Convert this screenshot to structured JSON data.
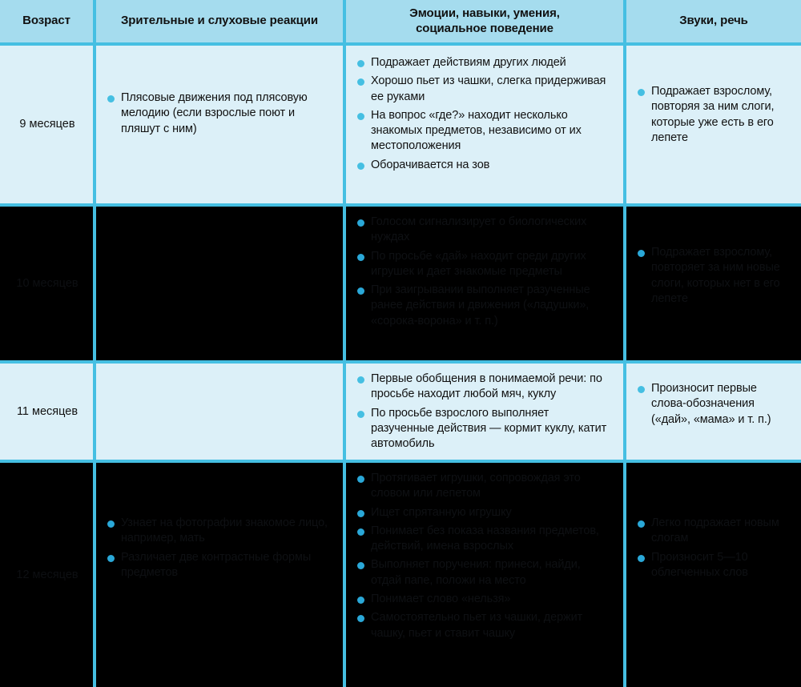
{
  "table": {
    "headers": [
      "Возраст",
      "Зрительные и слуховые реакции",
      "Эмоции, навыки, умения,\nсоциальное поведение",
      "Звуки, речь"
    ],
    "colors": {
      "border": "#45bfe2",
      "header_fill": "#a5dcee",
      "row_light_fill": "#dcf0f8",
      "row_dark_fill": "#000000",
      "bullet_light": "#45bfe2",
      "bullet_dark": "#2aa8d8",
      "text_light": "#111111",
      "text_dark": "#0e1013"
    },
    "rows": [
      {
        "style": "light",
        "age": "9 месяцев",
        "visual_auditory": [
          "Плясовые движения под плясовую мелодию (если взрослые поют и пляшут с ним)"
        ],
        "emotions_skills": [
          " Подражает действиям других людей",
          "Хорошо пьет из чашки, слегка придерживая ее руками",
          "На вопрос «где?» находит несколько знакомых предметов, независимо от их местоположения",
          "Оборачивается на зов"
        ],
        "sounds_speech": [
          "Подражает взрослому, повторяя за ним слоги, которые уже есть в его лепете"
        ]
      },
      {
        "style": "dark",
        "age": "10 месяцев",
        "visual_auditory": [],
        "emotions_skills": [
          "Голосом сигнализирует о биологических нуждах",
          "По просьбе «дай» находит среди других игрушек и дает знакомые предметы",
          "При заигрывании выполняет разученные ранее действия и движения («ладушки», «сорока-ворона» и т. п.)"
        ],
        "sounds_speech": [
          "Подражает взрослому, повторяет за ним новые слоги, которых нет в его лепете"
        ]
      },
      {
        "style": "light",
        "age": "11 месяцев",
        "visual_auditory": [],
        "emotions_skills": [
          "Первые обобщения в понимаемой речи: по просьбе находит любой мяч, куклу",
          "По просьбе взрослого выполняет разученные действия — кормит куклу, катит автомобиль"
        ],
        "sounds_speech": [
          "Произносит первые слова-обозначения («дай», «мама» и т. п.)"
        ]
      },
      {
        "style": "dark",
        "age": "12 месяцев",
        "visual_auditory": [
          "Узнает на фотографии знакомое лицо, например, мать",
          "Различает две контрастные формы предметов"
        ],
        "emotions_skills": [
          "Протягивает игрушки, сопровождая это словом или лепетом",
          " Ищет спрятанную игрушку",
          "Понимает без показа названия предметов, действий, имена взрослых",
          "Выполняет поручения: принеси, найди, отдай папе, положи на место",
          "Понимает слово «нельзя»",
          "Самостоятельно пьет из чашки, держит чашку, пьет и ставит чашку"
        ],
        "sounds_speech": [
          "Легко подражает новым слогам",
          "Произносит 5—10 облегченных слов"
        ]
      }
    ]
  }
}
